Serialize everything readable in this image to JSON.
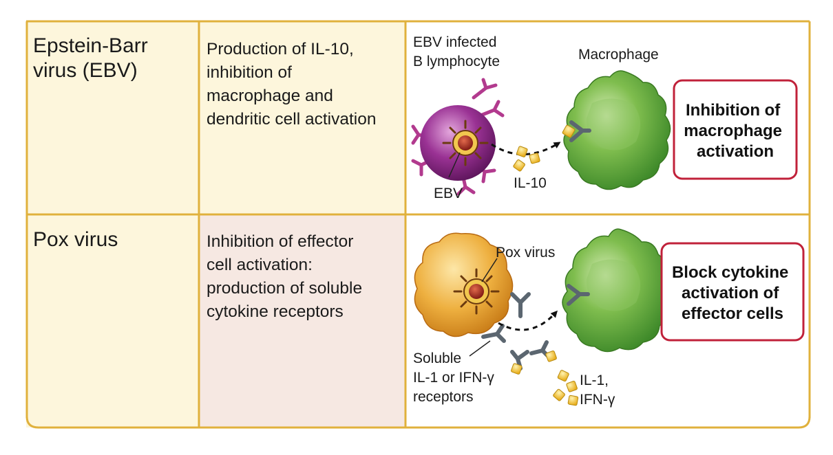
{
  "rows": [
    {
      "virus": [
        "Epstein-Barr",
        "virus (EBV)"
      ],
      "mechanism": [
        "Production of IL-10,",
        "inhibition of",
        "macrophage and",
        "dendritic cell activation"
      ],
      "diagram": {
        "infected_cell_label": [
          "EBV infected",
          "B lymphocyte"
        ],
        "macrophage_label": "Macrophage",
        "virus_label": "EBV",
        "cytokine_label": "IL-10",
        "outcome": [
          "Inhibition of",
          "macrophage",
          "activation"
        ]
      }
    },
    {
      "virus": [
        "Pox virus"
      ],
      "mechanism": [
        "Inhibition of effector",
        "cell activation:",
        "production of soluble",
        "cytokine receptors"
      ],
      "diagram": {
        "virus_label": "Pox virus",
        "receptor_label": [
          "Soluble",
          "IL-1 or IFN-γ",
          "receptors"
        ],
        "cytokine_label": [
          "IL-1,",
          "IFN-γ"
        ],
        "outcome": [
          "Block cytokine",
          "activation of",
          "effector cells"
        ]
      }
    }
  ],
  "colors": {
    "border": "#e0b13c",
    "row_bg": "#fdf6dc",
    "mech_bg": "#f6e8e2",
    "outcome_border": "#c0213a",
    "ebv_cell": "#8e2a8c",
    "pox_cell": "#e9a93b",
    "macrophage": "#6fb043",
    "cytokine": "#f2c22e",
    "receptor_ebv": "#b23a8e",
    "receptor_pox": "#5b6670"
  }
}
